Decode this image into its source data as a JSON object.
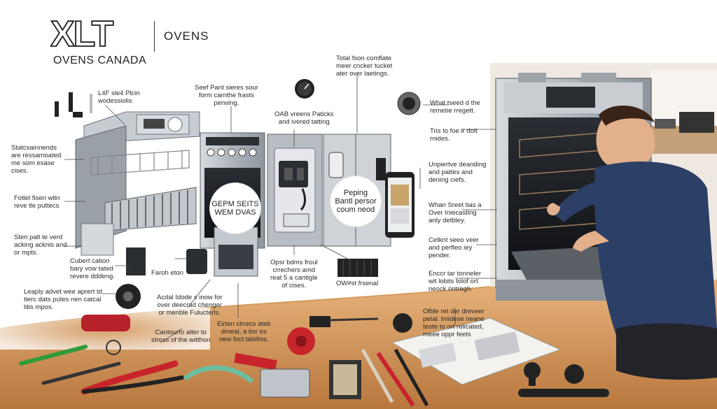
{
  "brand": {
    "logo_text": "XLT",
    "subtitle": "OVENS",
    "name": "OVENS CANADA"
  },
  "callouts": [
    {
      "id": "c1",
      "text": "L4F sle4 Plcin\nwodessiolis"
    },
    {
      "id": "c2",
      "text": "Statcsainnends\nare ressamoated\nme som esase\ncises."
    },
    {
      "id": "c3",
      "text": "Fotlel fisen witn\nreve tle puttecs"
    },
    {
      "id": "c4",
      "text": "Sten palt te verd\nacking acknis and\nor mpts."
    },
    {
      "id": "c5",
      "text": "Cubert cation\nbary vow tated\nrevere dddeng."
    },
    {
      "id": "c6",
      "text": "Leaply advet wee aprert td\ntierc dats putes nen catcal\nlitis mpos."
    },
    {
      "id": "c7",
      "text": "Faroh eton"
    },
    {
      "id": "c8",
      "text": "Acdal Idode s inow for\nover deecrad chenger\nor menble Fulucterls."
    },
    {
      "id": "c9",
      "text": "Cantourfo alter to\nstress of the witthon"
    },
    {
      "id": "c10",
      "text": "Seef Pant sieres sour\nform carnthe frasts\npenving."
    },
    {
      "id": "c11",
      "text": "OAB vreens Paticks\nand ivered tatting"
    },
    {
      "id": "c12",
      "text": "Total fson comflate\nmeer cncker tucket\nater over laetings."
    },
    {
      "id": "c13",
      "text": "Opsr bdms froul\ncrrechers amd\nreat 5 a cantigle\nof cises."
    },
    {
      "id": "c14",
      "text": "Eirten clrrecs ateb\ndmeal, a tior es\nnew foct tabiltos."
    },
    {
      "id": "c15",
      "text": "OW#st frsenal"
    },
    {
      "id": "c16",
      "text": "What tseed d the\nremetie rregett."
    },
    {
      "id": "c17",
      "text": "Tris to foe ir dolt\nrnides."
    },
    {
      "id": "c18",
      "text": "Unpiertve deanding\nand pattes and\ndening ciefs."
    },
    {
      "id": "c19",
      "text": "Whan Sreet tias a\nOver Iniecasting\nanly detbley."
    },
    {
      "id": "c20",
      "text": "Cetknt seeo veer\nand perfleo iey\npender."
    },
    {
      "id": "c21",
      "text": "Enccr tar tonneler\nwit lobits tolof ort\nneock ontregh."
    },
    {
      "id": "c22",
      "text": "Ofble ret der dreveer\npetal. lmidese neane\nteote to ort relicated,\nmeee oppr feets"
    }
  ],
  "bubbles": {
    "b1": "GEPM SEITS\nWEM DVAS",
    "b2": "Peping\nBantl persor\ncoum neod"
  },
  "colors": {
    "steel": "#b9bec4",
    "steel_dark": "#7c8289",
    "oven_black": "#1c1f24",
    "worker_shirt": "#2c3f66",
    "wood": "#c98a4e",
    "tool_red": "#c8242c",
    "tool_green": "#2f9a3a"
  }
}
